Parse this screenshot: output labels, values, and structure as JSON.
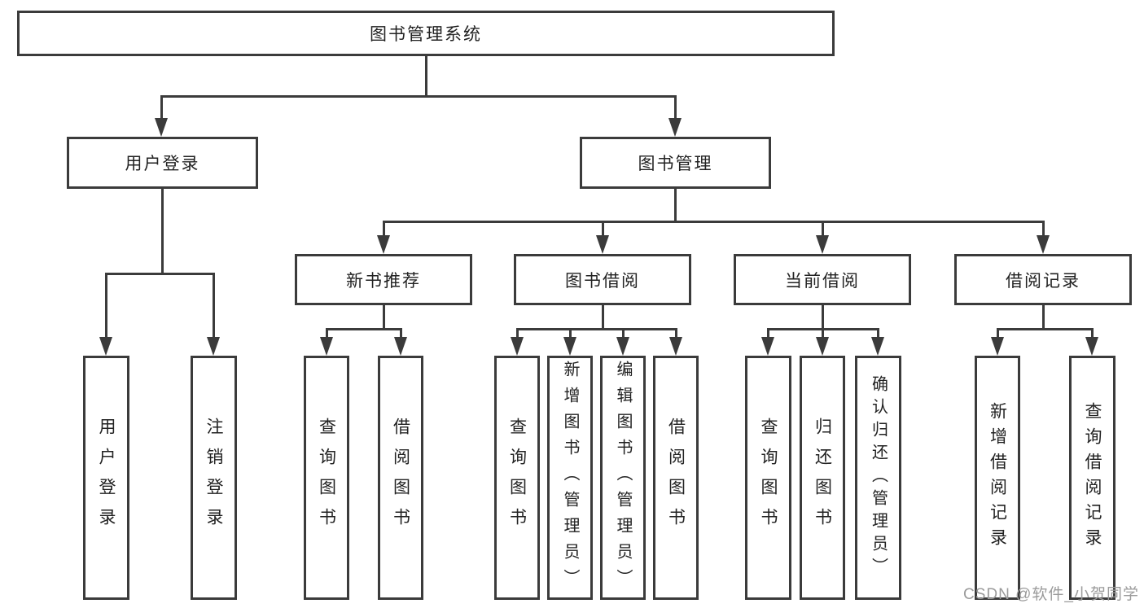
{
  "colors": {
    "line": "#3b3b3b",
    "text": "#222222",
    "background": "#ffffff",
    "watermark_text": "#9b9b9b"
  },
  "watermark": {
    "text": "CSDN @软件_小贺同学"
  },
  "tree": {
    "label": "图书管理系统",
    "children": [
      {
        "label": "用户登录",
        "children": [
          {
            "label": "用户登录"
          },
          {
            "label": "注销登录"
          }
        ]
      },
      {
        "label": "图书管理",
        "children": [
          {
            "label": "新书推荐",
            "children": [
              {
                "label": "查询图书"
              },
              {
                "label": "借阅图书"
              }
            ]
          },
          {
            "label": "图书借阅",
            "children": [
              {
                "label": "查询图书"
              },
              {
                "label": "新增图书（管理员）"
              },
              {
                "label": "编辑图书（管理员）"
              },
              {
                "label": "借阅图书"
              }
            ]
          },
          {
            "label": "当前借阅",
            "children": [
              {
                "label": "查询图书"
              },
              {
                "label": "归还图书"
              },
              {
                "label": "确认归还（管理员）"
              }
            ]
          },
          {
            "label": "借阅记录",
            "children": [
              {
                "label": "新增借阅记录"
              },
              {
                "label": "查询借阅记录"
              }
            ]
          }
        ]
      }
    ]
  }
}
